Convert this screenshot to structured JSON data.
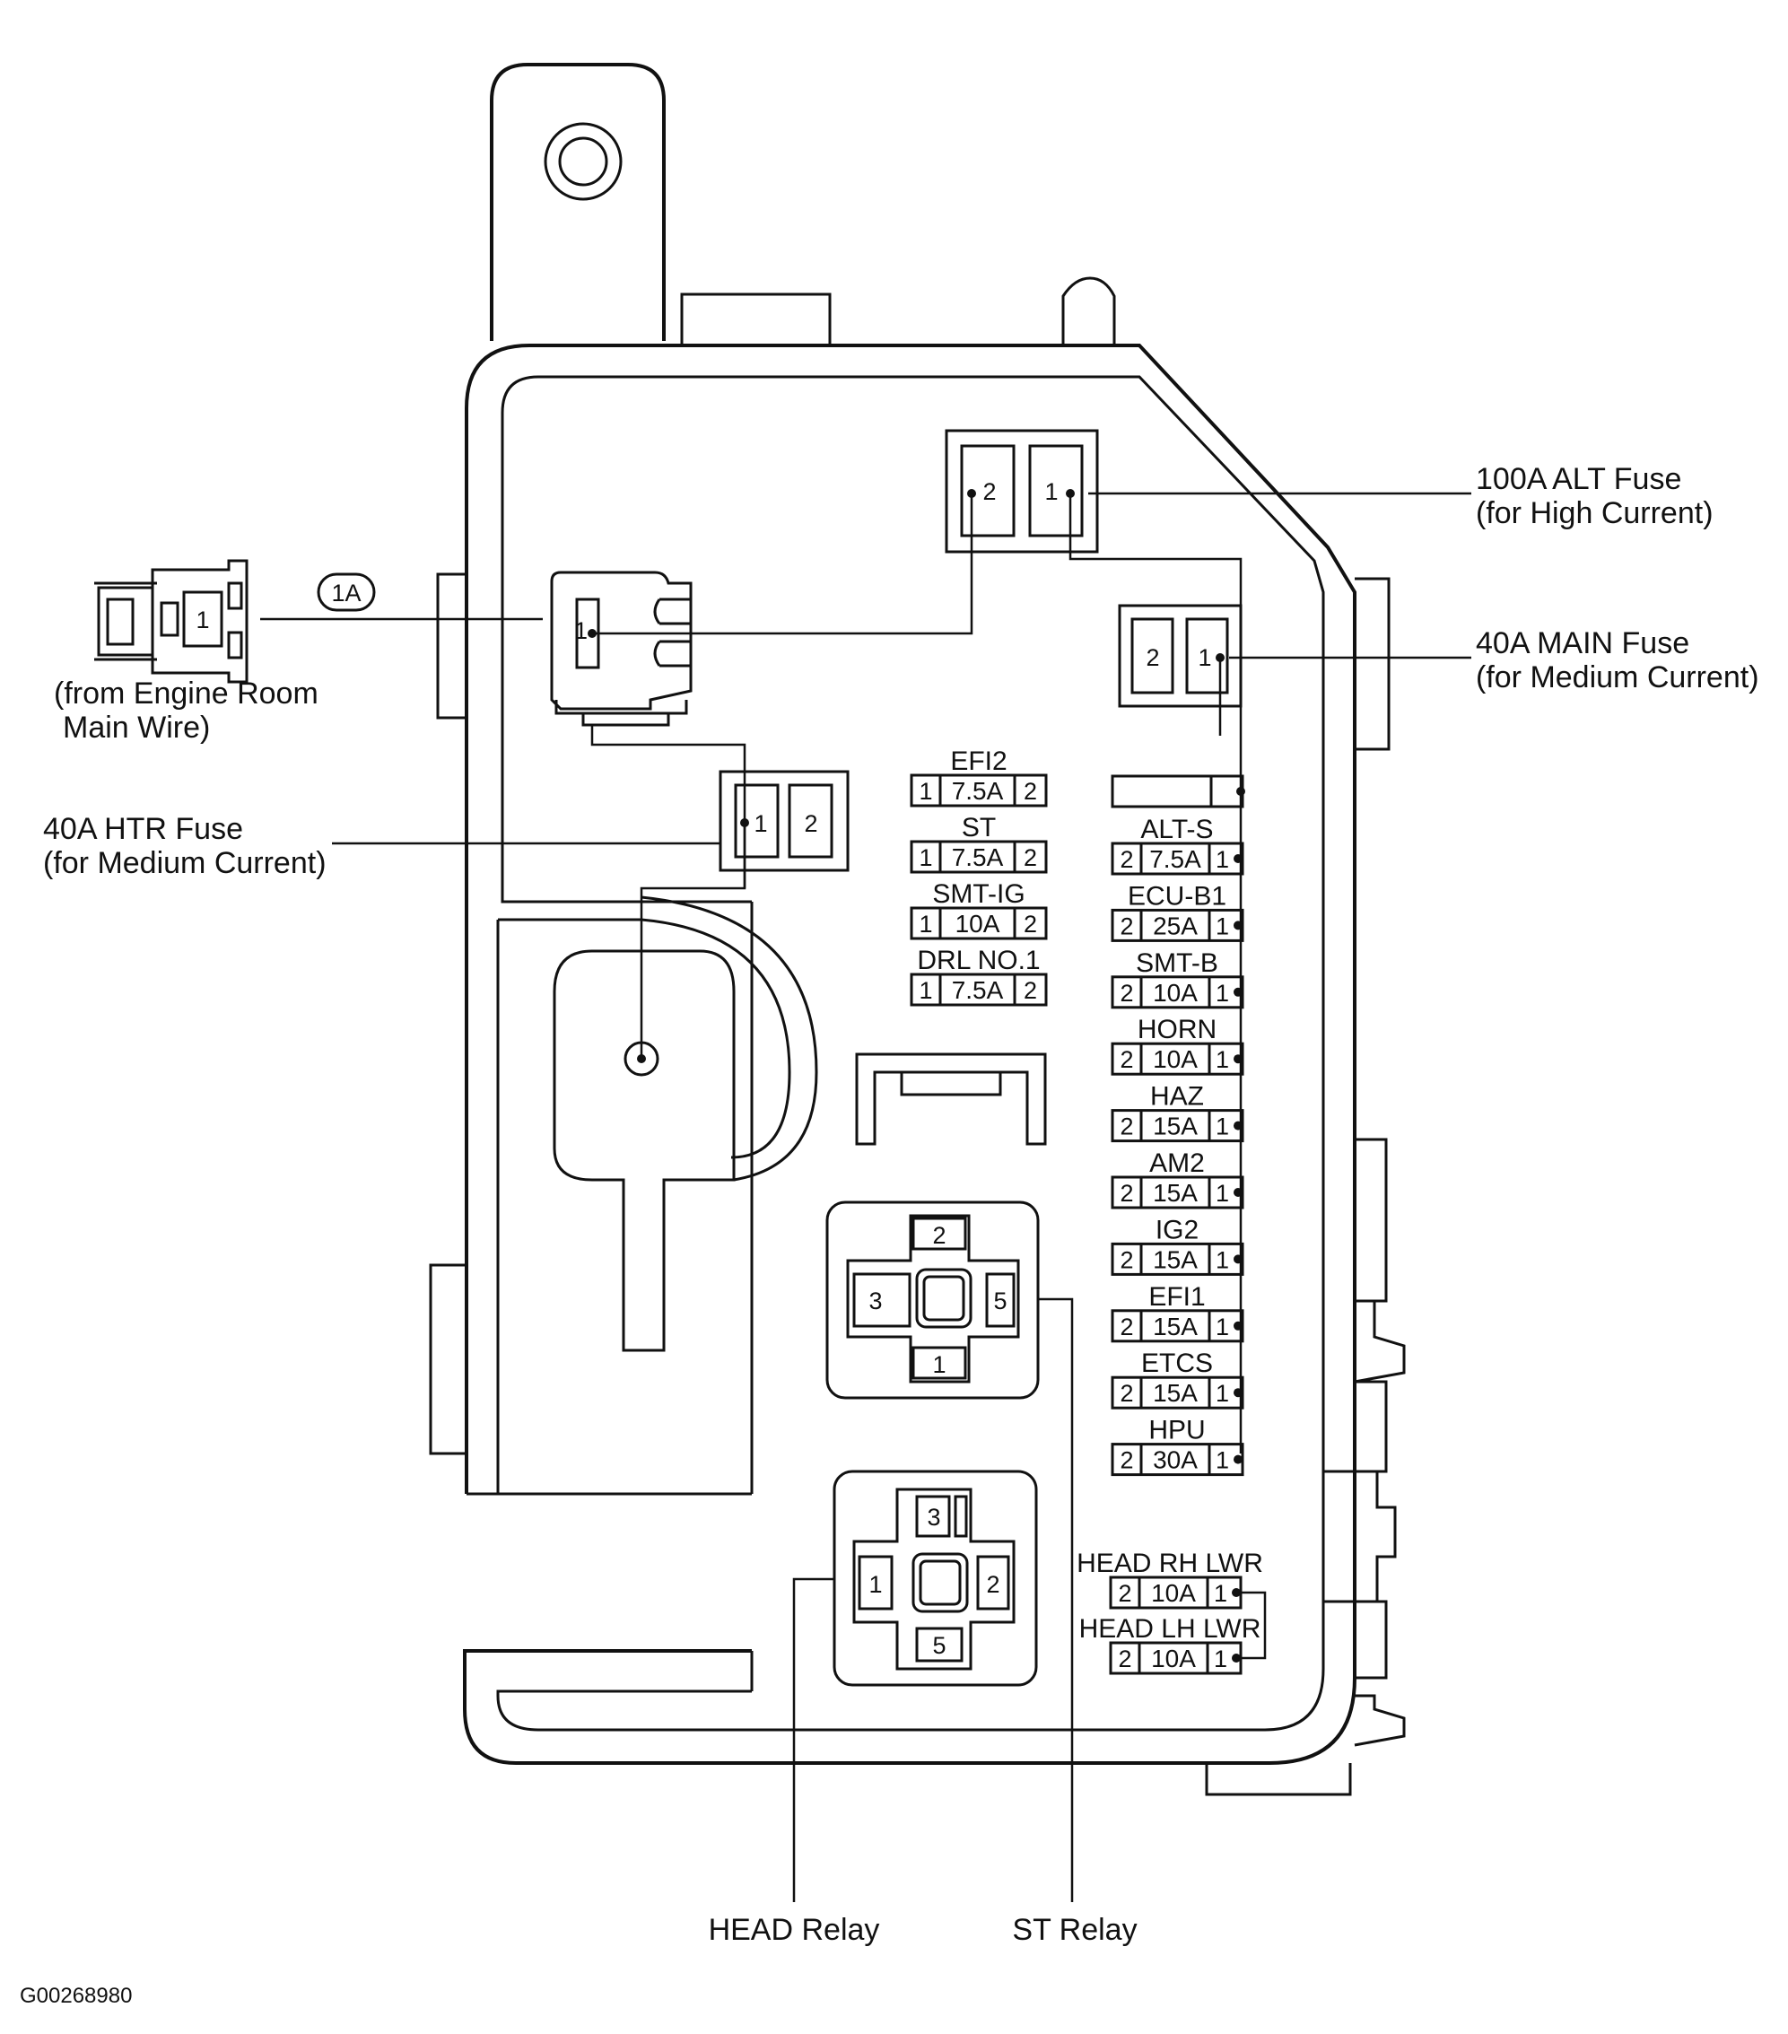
{
  "callouts": {
    "alt_fuse": [
      "100A ALT Fuse",
      "(for High Current)"
    ],
    "main_fuse": [
      "40A MAIN Fuse",
      "(for Medium Current)"
    ],
    "htr_fuse": [
      "40A HTR Fuse",
      "(for Medium Current)"
    ],
    "connector_source": [
      "(from Engine Room",
      "Main Wire)"
    ],
    "connector_code": "1A",
    "head_relay": "HEAD Relay",
    "st_relay": "ST Relay"
  },
  "figure_code": "G00268980",
  "big_fuses": {
    "alt": [
      "2",
      "1"
    ],
    "main": [
      "2",
      "1"
    ],
    "htr": [
      "1",
      "2"
    ],
    "connector_pin": "1",
    "connector_plug_pin": "1"
  },
  "fuses_left": [
    {
      "name": "EFI2",
      "pin_left": "1",
      "rating": "7.5A",
      "pin_right": "2"
    },
    {
      "name": "ST",
      "pin_left": "1",
      "rating": "7.5A",
      "pin_right": "2"
    },
    {
      "name": "SMT-IG",
      "pin_left": "1",
      "rating": "10A",
      "pin_right": "2"
    },
    {
      "name": "DRL NO.1",
      "pin_left": "1",
      "rating": "7.5A",
      "pin_right": "2"
    }
  ],
  "fuses_right": [
    {
      "name": "ALT-S",
      "pin_left": "2",
      "rating": "7.5A",
      "pin_right": "1"
    },
    {
      "name": "ECU-B1",
      "pin_left": "2",
      "rating": "25A",
      "pin_right": "1"
    },
    {
      "name": "SMT-B",
      "pin_left": "2",
      "rating": "10A",
      "pin_right": "1"
    },
    {
      "name": "HORN",
      "pin_left": "2",
      "rating": "10A",
      "pin_right": "1"
    },
    {
      "name": "HAZ",
      "pin_left": "2",
      "rating": "15A",
      "pin_right": "1"
    },
    {
      "name": "AM2",
      "pin_left": "2",
      "rating": "15A",
      "pin_right": "1"
    },
    {
      "name": "IG2",
      "pin_left": "2",
      "rating": "15A",
      "pin_right": "1"
    },
    {
      "name": "EFI1",
      "pin_left": "2",
      "rating": "15A",
      "pin_right": "1"
    },
    {
      "name": "ETCS",
      "pin_left": "2",
      "rating": "15A",
      "pin_right": "1"
    },
    {
      "name": "HPU",
      "pin_left": "2",
      "rating": "30A",
      "pin_right": "1"
    }
  ],
  "fuses_head": [
    {
      "name": "HEAD RH LWR",
      "pin_left": "2",
      "rating": "10A",
      "pin_right": "1"
    },
    {
      "name": "HEAD LH LWR",
      "pin_left": "2",
      "rating": "10A",
      "pin_right": "1"
    }
  ],
  "st_relay_pins": {
    "top": "2",
    "left": "3",
    "right": "5",
    "bottom": "1"
  },
  "head_relay_pins": {
    "top": "3",
    "left": "1",
    "right": "2",
    "bottom": "5"
  }
}
